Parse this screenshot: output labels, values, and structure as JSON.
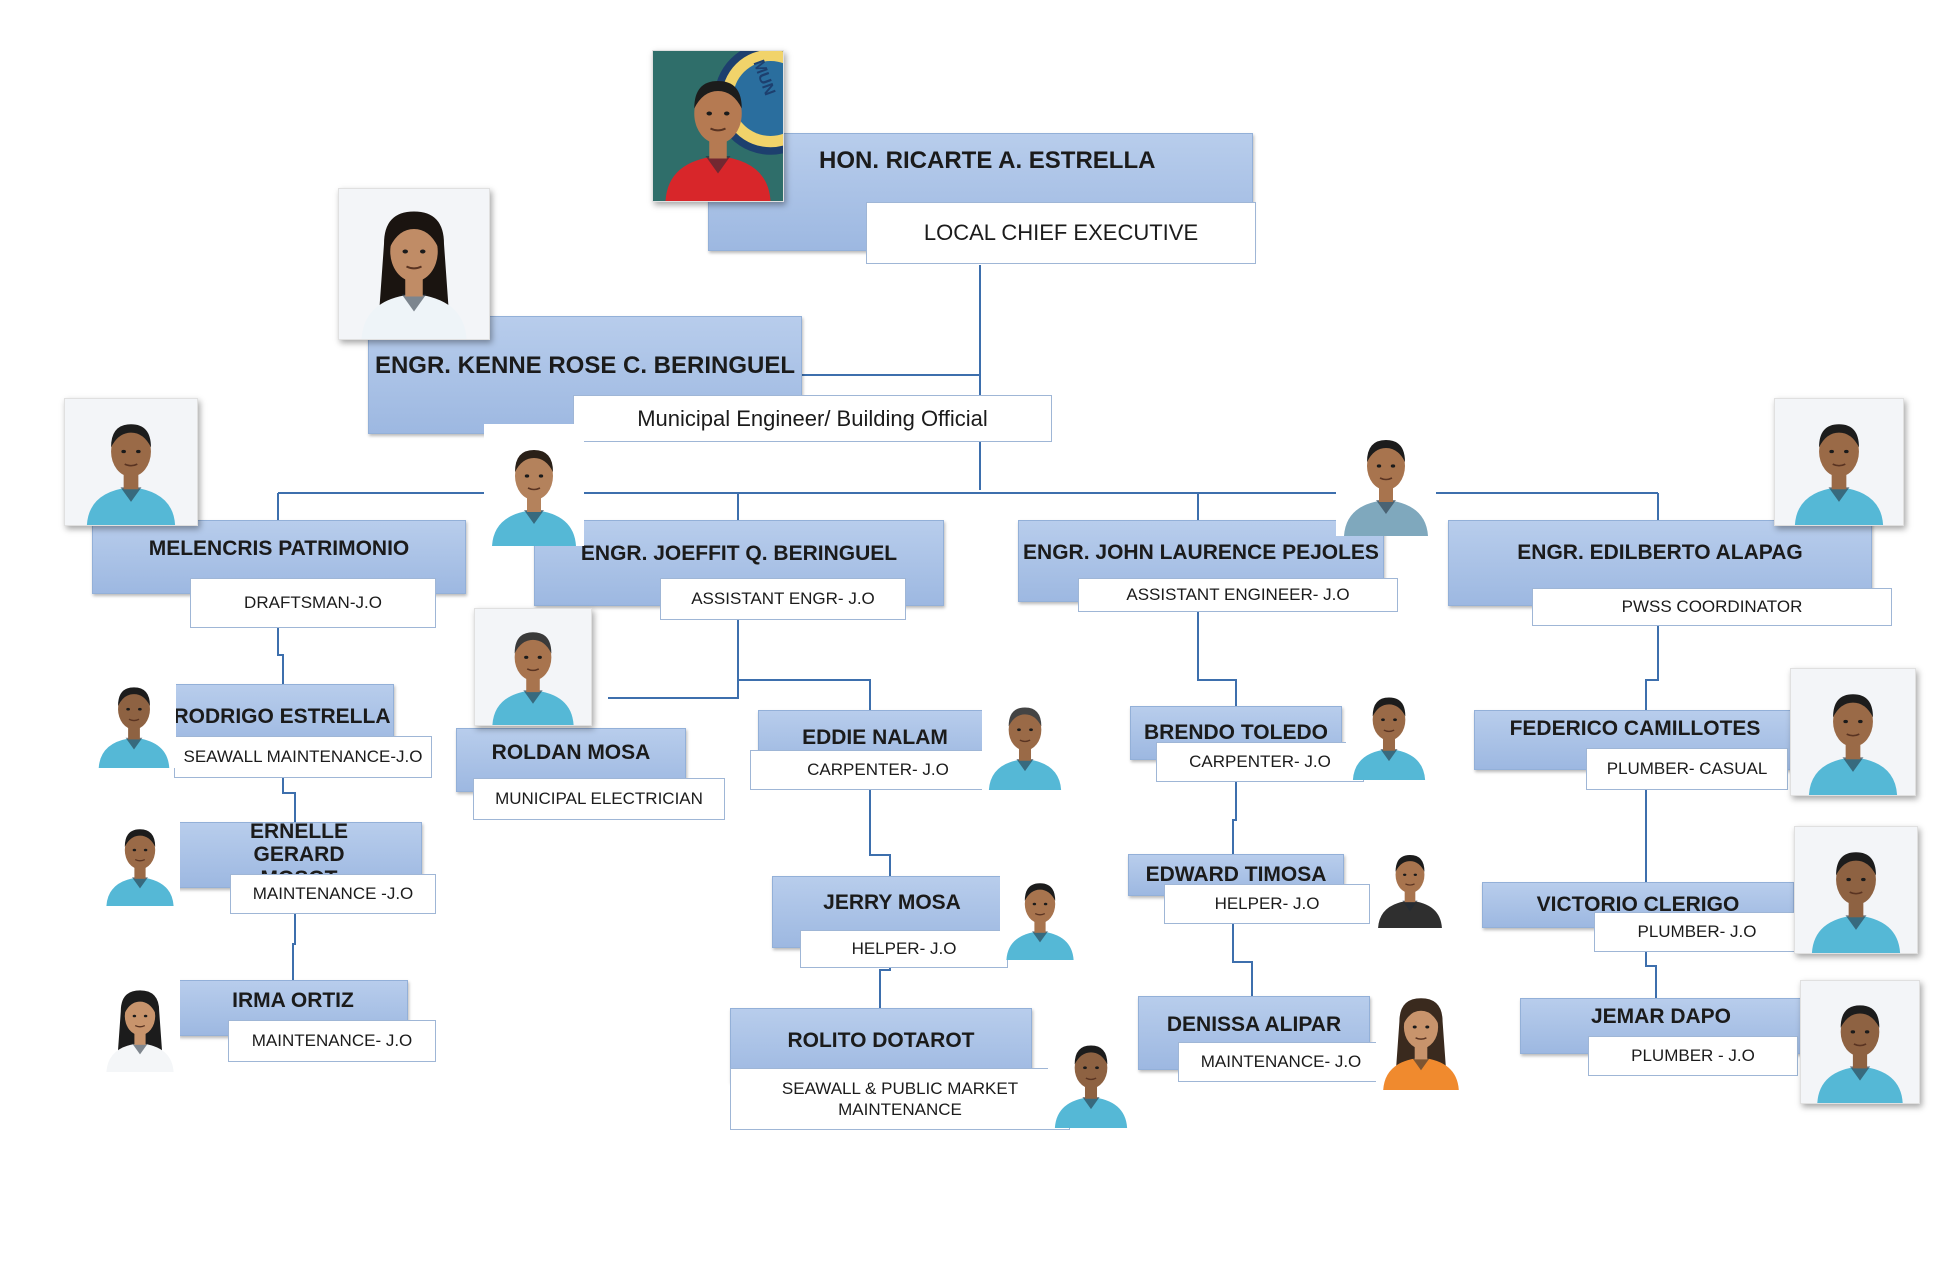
{
  "colors": {
    "name_fill": "#a9c2e7",
    "line": "#3d6fad",
    "role_border": "#9fb6d6"
  },
  "people": {
    "ricarte": {
      "name": "HON. RICARTE A. ESTRELLA",
      "role": "LOCAL CHIEF EXECUTIVE"
    },
    "kenne": {
      "name": "ENGR. KENNE ROSE C. BERINGUEL",
      "role": "Municipal Engineer/ Building Official"
    },
    "melencris": {
      "name": "MELENCRIS PATRIMONIO",
      "role": "DRAFTSMAN-J.O"
    },
    "joeffit": {
      "name": "ENGR. JOEFFIT Q. BERINGUEL",
      "role": "ASSISTANT ENGR- J.O"
    },
    "john": {
      "name": "ENGR. JOHN LAURENCE PEJOLES",
      "role": "ASSISTANT ENGINEER- J.O"
    },
    "edilberto": {
      "name": "ENGR. EDILBERTO ALAPAG",
      "role": "PWSS COORDINATOR"
    },
    "rodrigo": {
      "name": "RODRIGO ESTRELLA",
      "role": "SEAWALL MAINTENANCE-J.O"
    },
    "ernelle": {
      "name": "ERNELLE GERARD MOSOT",
      "role": "MAINTENANCE -J.O"
    },
    "irma": {
      "name": "IRMA ORTIZ",
      "role": "MAINTENANCE- J.O"
    },
    "roldan": {
      "name": "ROLDAN MOSA",
      "role": "MUNICIPAL ELECTRICIAN"
    },
    "eddie": {
      "name": "EDDIE NALAM",
      "role": "CARPENTER- J.O"
    },
    "jerry": {
      "name": "JERRY MOSA",
      "role": "HELPER- J.O"
    },
    "rolito": {
      "name": "ROLITO DOTAROT",
      "role": "SEAWALL & PUBLIC MARKET MAINTENANCE"
    },
    "brendo": {
      "name": "BRENDO TOLEDO",
      "role": "CARPENTER- J.O"
    },
    "edward": {
      "name": "EDWARD TIMOSA",
      "role": "HELPER- J.O"
    },
    "denissa": {
      "name": "DENISSA ALIPAR",
      "role": "MAINTENANCE- J.O"
    },
    "federico": {
      "name": "FEDERICO CAMILLOTES",
      "role": "PLUMBER- CASUAL"
    },
    "victorio": {
      "name": "VICTORIO CLERIGO",
      "role": "PLUMBER- J.O"
    },
    "jemar": {
      "name": "JEMAR DAPO",
      "role": "PLUMBER - J.O"
    }
  },
  "seal_text": "MUN",
  "photos": {
    "ricarte": {
      "shirt": "#d8262a",
      "skin": "#b57a52",
      "hair": "#1c1c1c"
    },
    "kenne": {
      "shirt": "#eef4f8",
      "skin": "#c08c66",
      "hair": "#1a1410"
    },
    "melencris": {
      "shirt": "#55b8d6",
      "skin": "#9a6a47",
      "hair": "#1c1c1c"
    },
    "joeffit": {
      "shirt": "#55b8d6",
      "skin": "#b4825c",
      "hair": "#2a2018"
    },
    "john": {
      "shirt": "#7fa8bd",
      "skin": "#a8744e",
      "hair": "#1c1c1c"
    },
    "edilberto": {
      "shirt": "#55b8d6",
      "skin": "#9a6a47",
      "hair": "#1c1c1c"
    },
    "rodrigo": {
      "shirt": "#55b8d6",
      "skin": "#8e6242",
      "hair": "#1c1c1c"
    },
    "ernelle": {
      "shirt": "#55b8d6",
      "skin": "#9a6a47",
      "hair": "#1c1c1c"
    },
    "irma": {
      "shirt": "#f4f6f8",
      "skin": "#c8946c",
      "hair": "#1c1c1c"
    },
    "roldan": {
      "shirt": "#55b8d6",
      "skin": "#a8744e",
      "hair": "#3a3a3a"
    },
    "eddie": {
      "shirt": "#55b8d6",
      "skin": "#9a6a47",
      "hair": "#444444"
    },
    "jerry": {
      "shirt": "#55b8d6",
      "skin": "#a8744e",
      "hair": "#1c1c1c"
    },
    "rolito": {
      "shirt": "#55b8d6",
      "skin": "#8e6242",
      "hair": "#1c1c1c"
    },
    "brendo": {
      "shirt": "#55b8d6",
      "skin": "#9a6a47",
      "hair": "#1c1c1c"
    },
    "edward": {
      "shirt": "#2f2f2f",
      "skin": "#a8744e",
      "hair": "#1c1c1c"
    },
    "denissa": {
      "shirt": "#f08a2e",
      "skin": "#c8946c",
      "hair": "#3a2a1e"
    },
    "federico": {
      "shirt": "#55b8d6",
      "skin": "#9a6a47",
      "hair": "#1c1c1c"
    },
    "victorio": {
      "shirt": "#55b8d6",
      "skin": "#8e6242",
      "hair": "#1c1c1c"
    },
    "jemar": {
      "shirt": "#55b8d6",
      "skin": "#8e6242",
      "hair": "#1c1c1c"
    }
  }
}
